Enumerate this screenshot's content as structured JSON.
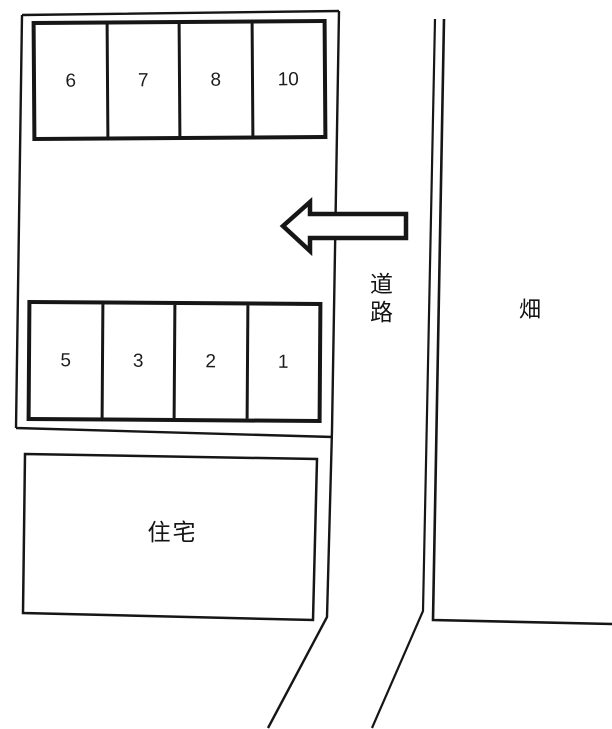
{
  "parking": {
    "top_row": {
      "stalls": [
        {
          "label": "6"
        },
        {
          "label": "7"
        },
        {
          "label": "8"
        },
        {
          "label": "10"
        }
      ]
    },
    "bottom_row": {
      "stalls": [
        {
          "label": "5"
        },
        {
          "label": "3"
        },
        {
          "label": "2"
        },
        {
          "label": "1"
        }
      ]
    }
  },
  "labels": {
    "road": "道路",
    "field": "畑",
    "house": "住宅"
  },
  "colors": {
    "line": "#161616",
    "background": "#ffffff"
  }
}
